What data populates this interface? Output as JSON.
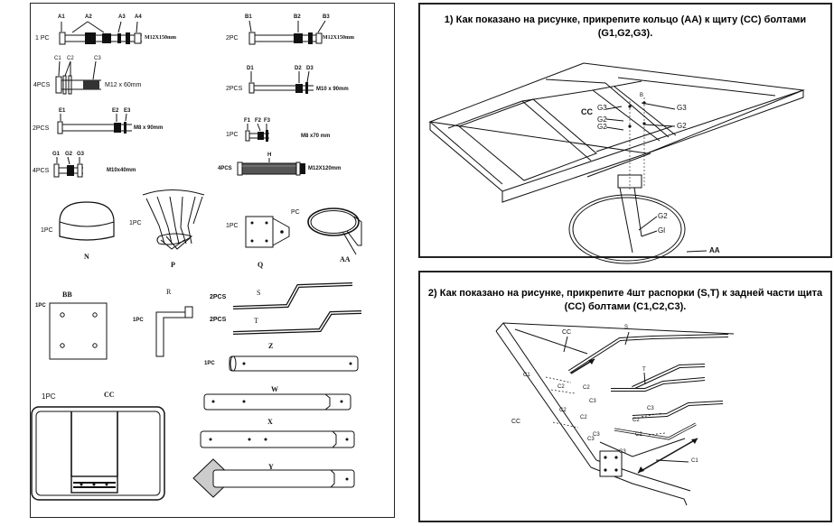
{
  "parts": {
    "p1": {
      "qty": "1 PC",
      "a1": "A1",
      "a2": "A2",
      "a3": "A3",
      "a4": "A4",
      "spec": "M12X150mm"
    },
    "p2": {
      "qty": "2PC",
      "b1": "B1",
      "b2": "B2",
      "b3": "B3",
      "spec": "M12X150mm"
    },
    "p3": {
      "qty": "4PCS",
      "c1": "C1",
      "c2": "C2",
      "c3": "C3",
      "spec": "M12 x 60mm"
    },
    "p4": {
      "qty": "2PCS",
      "d1": "D1",
      "d2": "D2",
      "d3": "D3",
      "spec": "M10 x 90mm"
    },
    "p5": {
      "qty": "2PCS",
      "e1": "E1",
      "e2": "E2",
      "e3": "E3",
      "spec": "M8 x 90mm"
    },
    "p6": {
      "qty": "1PC",
      "f1": "F1",
      "f2": "F2",
      "f3": "F3",
      "spec": "M8 x70 mm"
    },
    "p7": {
      "qty": "4PCS",
      "g1": "G1",
      "g2": "G2",
      "g3": "G3",
      "spec": "M10x40mm"
    },
    "p8": {
      "qty": "4PCS",
      "h": "H",
      "spec": "M12X120mm"
    },
    "n": {
      "qty": "1PC",
      "name": "N"
    },
    "p": {
      "qty": "1PC",
      "name": "P"
    },
    "q": {
      "qty": "1PC",
      "name": "Q",
      "pc": "PC"
    },
    "aa": {
      "name": "AA"
    },
    "bb": {
      "qty": "1PC",
      "name": "BB"
    },
    "r": {
      "qty": "1PC",
      "name": "R"
    },
    "s": {
      "qty": "2PCS",
      "name": "S"
    },
    "t": {
      "qty": "2PCS",
      "name": "T"
    },
    "z": {
      "qty": "1PC",
      "name": "Z"
    },
    "w": {
      "name": "W"
    },
    "x": {
      "name": "X"
    },
    "y": {
      "name": "Y"
    },
    "cc": {
      "qty": "1PC",
      "name": "CC"
    }
  },
  "step1": {
    "instruction": "1) Как показано на рисунке, прикрепите кольцо (AA) к щиту (CC) болтами (G1,G2,G3).",
    "labels": {
      "cc": "CC",
      "g3a": "G3",
      "g3b": "G3",
      "g2a": "G2",
      "g2b": "G2",
      "g2c": "G2",
      "g1": "Gl",
      "aa": "AA",
      "b": "B"
    }
  },
  "step2": {
    "instruction": "2) Как показано на рисунке, прикрепите 4шт распорки (S,T) к задней части щита (CC) болтами (C1,C2,C3).",
    "labels": {
      "cc_top": "CC",
      "cc_side": "CC",
      "s": "S",
      "t": "T",
      "c1a": "C1",
      "c1b": "C1",
      "c2a": "C2",
      "c2b": "C2",
      "c2c": "C2",
      "c2d": "C2",
      "c2e": "C2",
      "c3a": "C3",
      "c3b": "C3",
      "c3c": "C3",
      "c3d": "C3",
      "c2f": "C2",
      "c3e": "C3"
    }
  }
}
